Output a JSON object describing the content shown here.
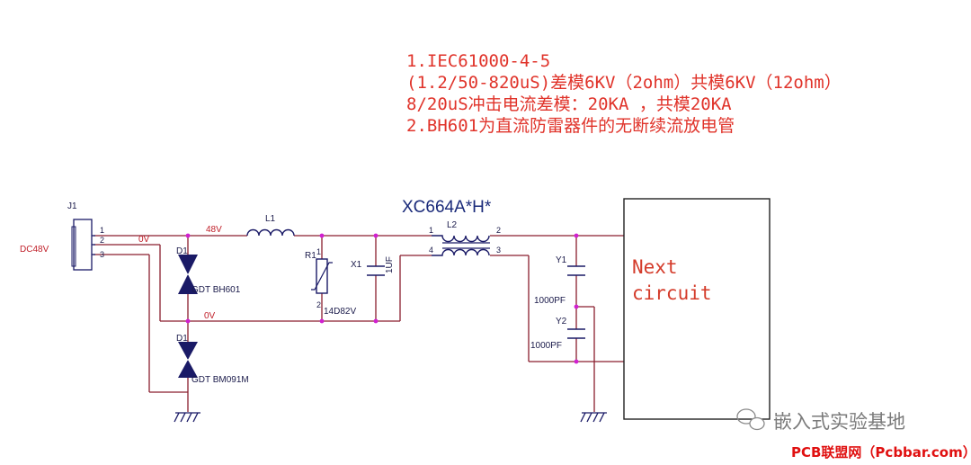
{
  "notes": {
    "line1": "1.IEC61000-4-5",
    "line2": "(1.2/50-820uS)差模6KV（2ohm）共模6KV（12ohm）",
    "line3": "8/20uS冲击电流差模：20KA ，共模20KA",
    "line4": "2.BH601为直流防雷器件的无断续流放电管"
  },
  "schematic": {
    "title": "XC664A*H*",
    "connector": {
      "ref": "J1",
      "label": "DC48V",
      "pins": [
        "1",
        "2",
        "3"
      ]
    },
    "nets": {
      "net_48v": "48V",
      "net_0v_top": "0V",
      "net_0v_mid": "0V"
    },
    "inductor": {
      "ref": "L1"
    },
    "varistor": {
      "ref": "R1",
      "value": "14D82V",
      "pin1": "1",
      "pin2": "2"
    },
    "cap_x": {
      "ref": "X1",
      "value": "1UF"
    },
    "choke": {
      "ref": "L2",
      "pins": [
        "1",
        "2",
        "4",
        "3"
      ]
    },
    "gdt_top": {
      "ref": "D1",
      "value": "GDT BH601"
    },
    "gdt_bottom": {
      "ref": "D1",
      "value": "GDT BM091M"
    },
    "cap_y1": {
      "ref": "Y1",
      "value": "1000PF"
    },
    "cap_y2": {
      "ref": "Y2",
      "value": "1000PF"
    },
    "next_block": {
      "line1": "Next",
      "line2": "circuit"
    }
  },
  "watermark": {
    "text": "嵌入式实验基地",
    "icon": "wechat-icon"
  },
  "footer": {
    "text": "PCB联盟网（Pcbbar.com）"
  },
  "colors": {
    "wire": "#8a1e2e",
    "junction": "#d020d0",
    "component": "#1a1a66",
    "note_text": "#e0332a"
  }
}
